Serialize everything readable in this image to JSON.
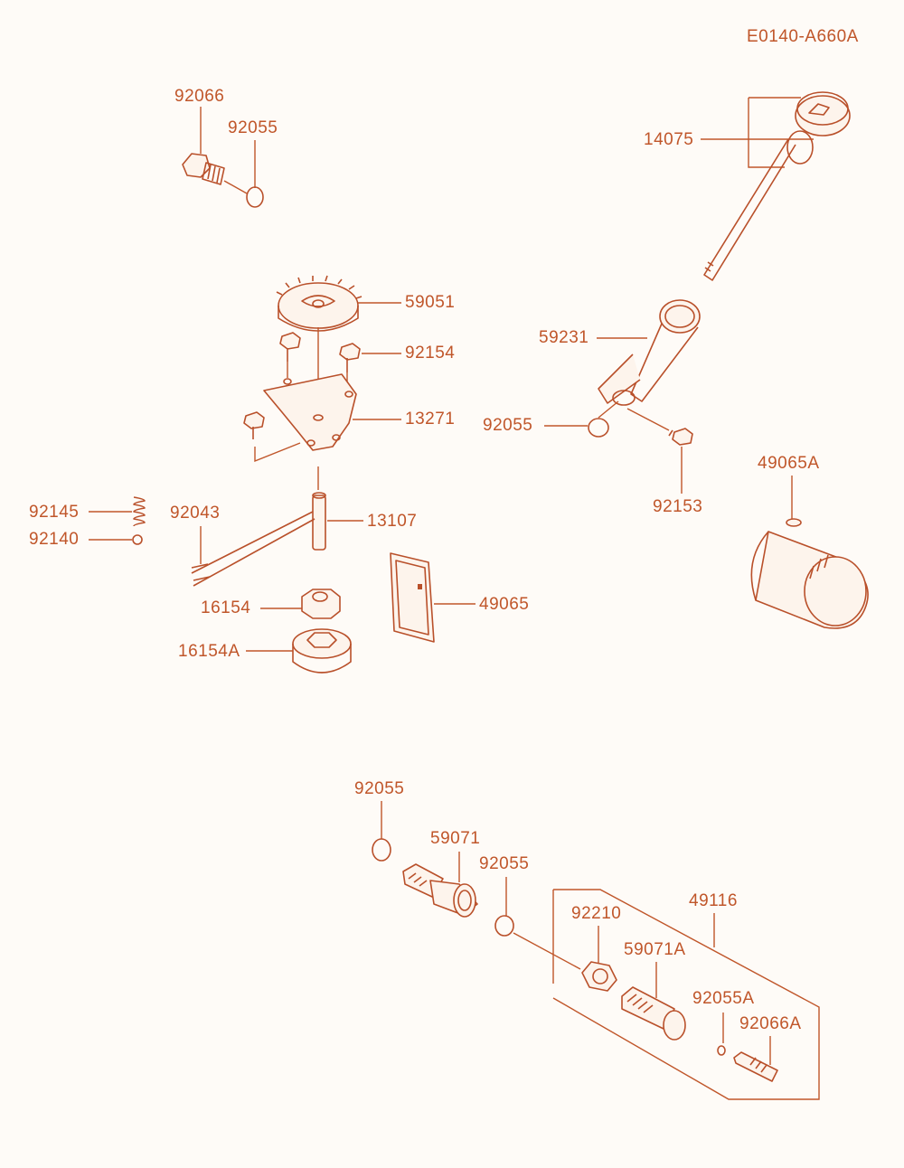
{
  "diagram": {
    "code": "E0140-A660A",
    "colors": {
      "line": "#c0562a",
      "background": "#fefbf7"
    },
    "labels": {
      "l92066_top": "92066",
      "l92055_top": "92055",
      "l14075": "14075",
      "l59051": "59051",
      "l92154": "92154",
      "l59231": "59231",
      "l13271": "13271",
      "l92055_mid": "92055",
      "l49065A": "49065A",
      "l92153": "92153",
      "l92145": "92145",
      "l92043": "92043",
      "l13107": "13107",
      "l92140": "92140",
      "l16154": "16154",
      "l49065": "49065",
      "l16154A": "16154A",
      "l92055_low": "92055",
      "l59071": "59071",
      "l92055_low2": "92055",
      "l49116": "49116",
      "l92210": "92210",
      "l59071A": "59071A",
      "l92055A": "92055A",
      "l92066A": "92066A"
    }
  }
}
